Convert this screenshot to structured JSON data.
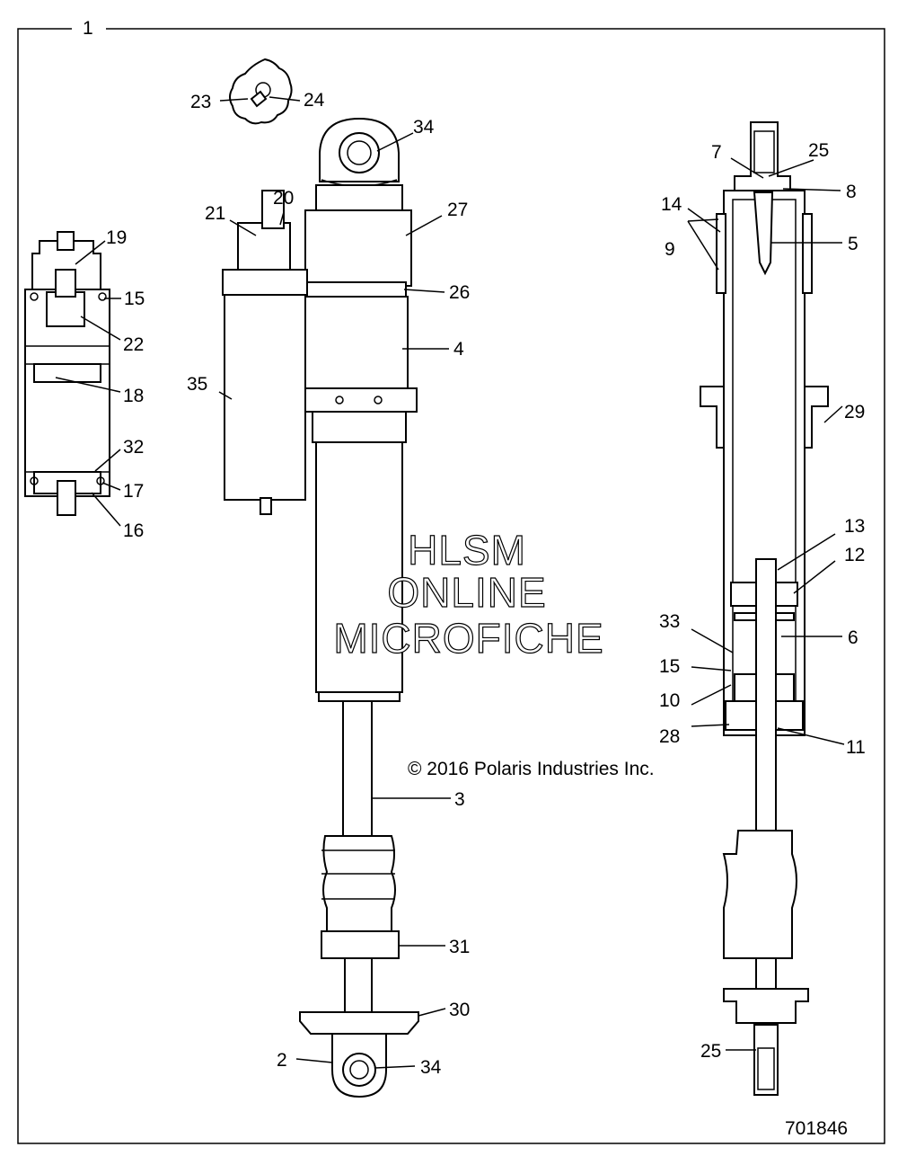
{
  "assembly_callout": "1",
  "callouts": {
    "c19": "19",
    "c15_left": "15",
    "c22": "22",
    "c18": "18",
    "c32": "32",
    "c17": "17",
    "c16": "16",
    "c23": "23",
    "c24": "24",
    "c34_top": "34",
    "c21": "21",
    "c20": "20",
    "c27": "27",
    "c26": "26",
    "c4": "4",
    "c35": "35",
    "c3": "3",
    "c31": "31",
    "c30": "30",
    "c2": "2",
    "c34_bottom": "34",
    "c7": "7",
    "c25_top": "25",
    "c8": "8",
    "c14": "14",
    "c9": "9",
    "c5": "5",
    "c29": "29",
    "c13": "13",
    "c12": "12",
    "c33": "33",
    "c6": "6",
    "c15_right": "15",
    "c10": "10",
    "c28": "28",
    "c11": "11",
    "c25_bottom": "25"
  },
  "watermark": {
    "line1": "HLSM",
    "line2": "ONLINE",
    "line3": "MICROFICHE"
  },
  "copyright": "© 2016 Polaris Industries Inc.",
  "figure_number": "701846"
}
